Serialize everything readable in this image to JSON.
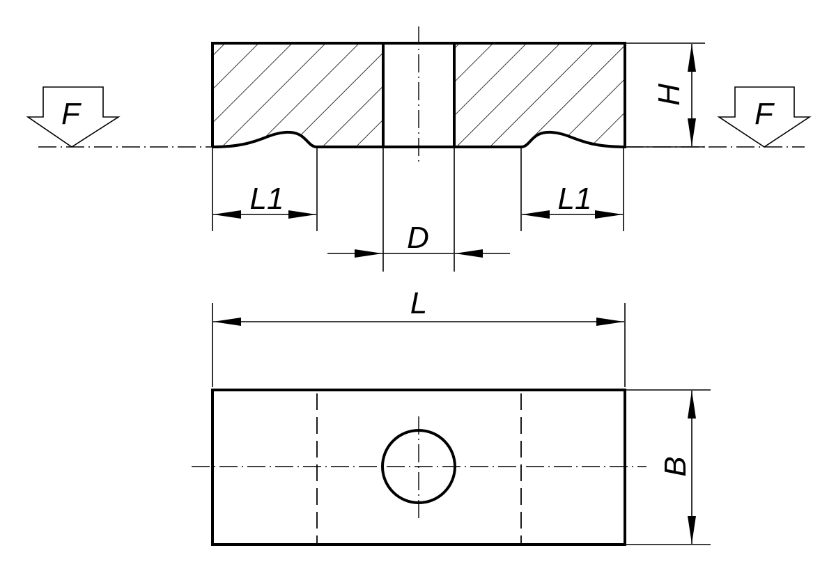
{
  "drawing": {
    "force_left_label": "F",
    "force_right_label": "F",
    "height_label": "H",
    "l1_left_label": "L1",
    "l1_right_label": "L1",
    "diameter_label": "D",
    "length_label": "L",
    "width_label": "B"
  },
  "colors": {
    "line": "#000000",
    "background": "#ffffff"
  }
}
